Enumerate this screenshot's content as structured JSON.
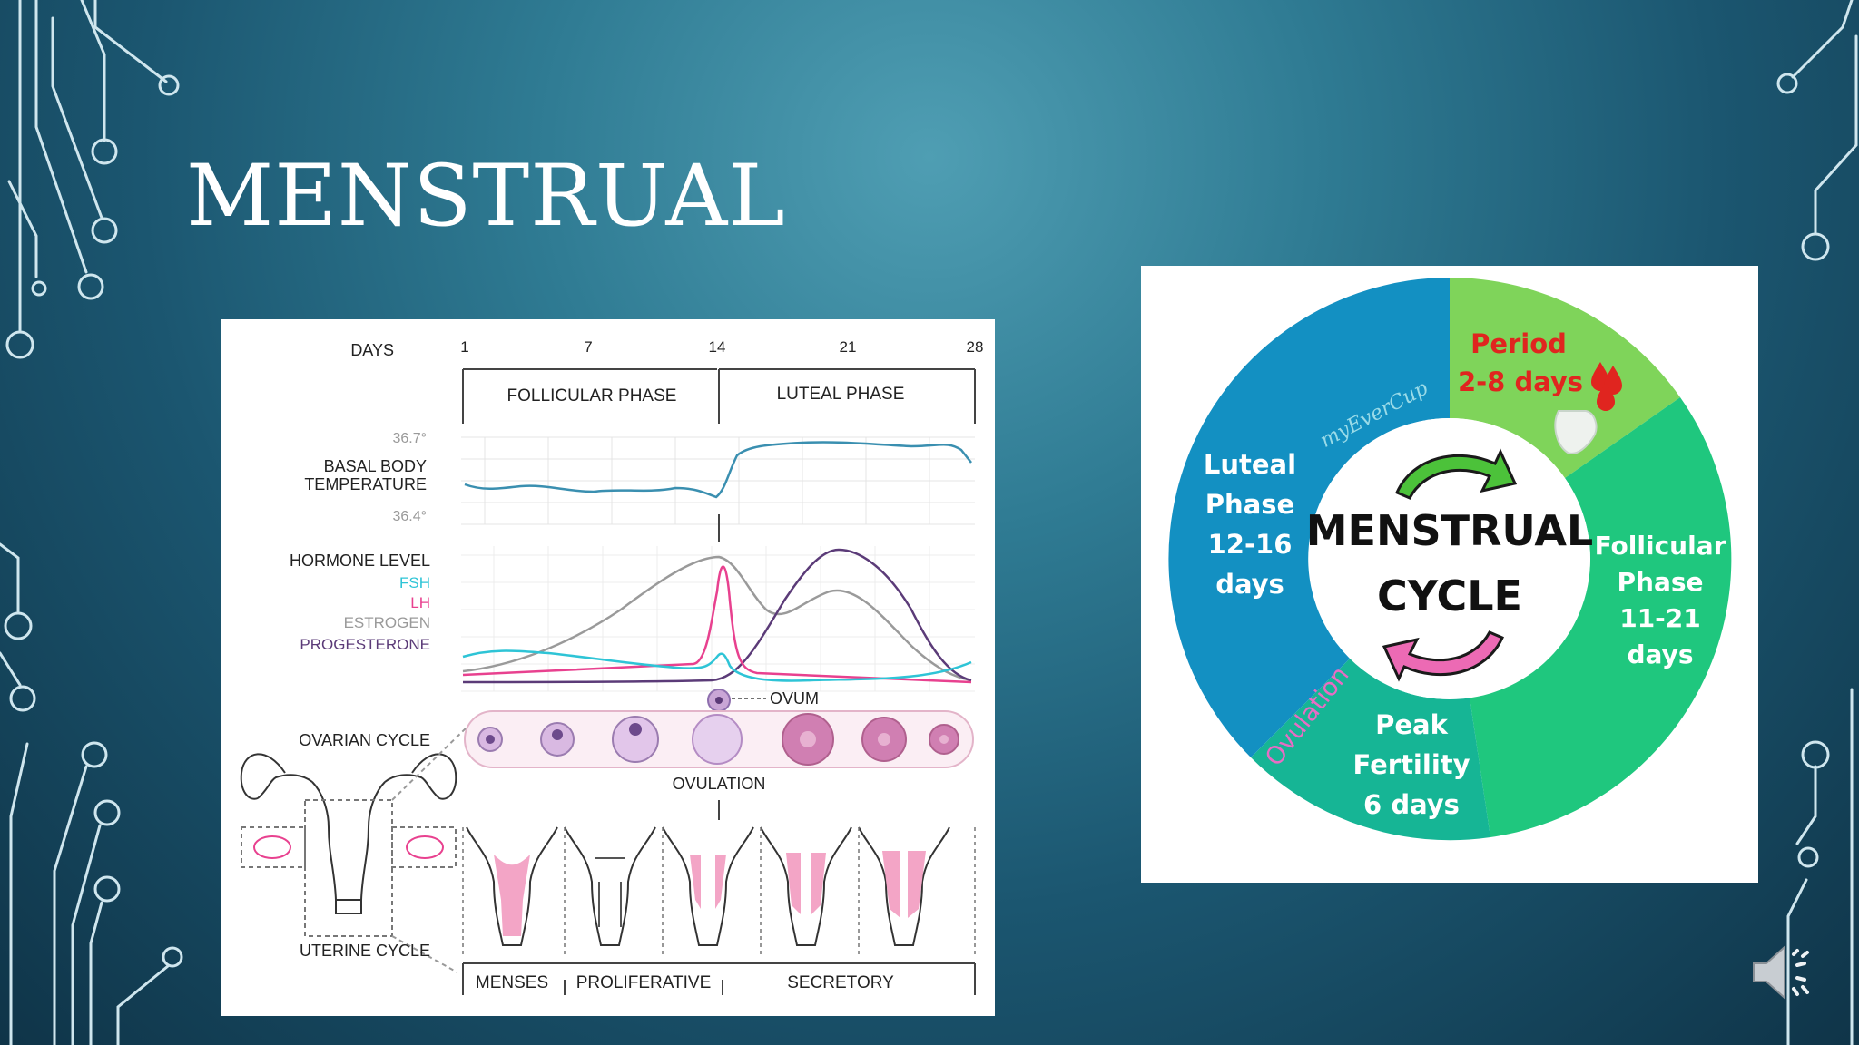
{
  "slide": {
    "title": "MENSTRUAL"
  },
  "cycle_chart": {
    "days_label": "DAYS",
    "days": [
      "1",
      "7",
      "14",
      "21",
      "28"
    ],
    "phases": [
      "FOLLICULAR PHASE",
      "LUTEAL PHASE"
    ],
    "temp_high": "36.7°",
    "temp_low": "36.4°",
    "bbt_label_1": "BASAL BODY",
    "bbt_label_2": "TEMPERATURE",
    "hormone_label": "HORMONE LEVEL",
    "hormones": {
      "fsh": "FSH",
      "lh": "LH",
      "estrogen": "ESTROGEN",
      "progesterone": "PROGESTERONE"
    },
    "ovum_label": "OVUM",
    "ovarian_label": "OVARIAN CYCLE",
    "ovulation_label": "OVULATION",
    "uterine_label": "UTERINE CYCLE",
    "uterine_phases": [
      "MENSES",
      "PROLIFERATIVE",
      "SECRETORY"
    ],
    "colors": {
      "fsh": "#2ec4d6",
      "lh": "#e8418f",
      "estrogen": "#9a9a9a",
      "progesterone": "#5b3b78",
      "bbt": "#3a8fb0"
    }
  },
  "cycle_wheel": {
    "brand": "myEverCup",
    "center_line_1": "MENSTRUAL",
    "center_line_2": "CYCLE",
    "period": {
      "line_1": "Period",
      "line_2": "2-8 days"
    },
    "follicular": {
      "line_1": "Follicular",
      "line_2": "Phase",
      "line_3": "11-21",
      "line_4": "days"
    },
    "peak": {
      "line_1": "Peak",
      "line_2": "Fertility",
      "line_3": "6 days"
    },
    "luteal": {
      "line_1": "Luteal",
      "line_2": "Phase",
      "line_3": "12-16",
      "line_4": "days"
    },
    "ovulation": "Ovulation",
    "colors": {
      "period": "#7fd45a",
      "follicular": "#1fc77e",
      "peak": "#16b595",
      "luteal": "#1390c2",
      "period_text": "#e0251f",
      "ovulation_text": "#e86cc4"
    }
  }
}
